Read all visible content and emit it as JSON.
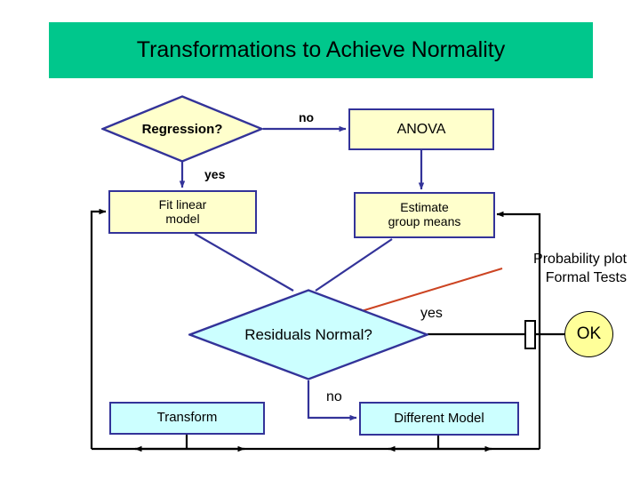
{
  "slide": {
    "title": "Transformations to Achieve Normality",
    "banner_color": "#00C78C",
    "background": "#ffffff"
  },
  "flowchart": {
    "type": "flowchart",
    "nodes": [
      {
        "id": "regression",
        "shape": "diamond",
        "label": "Regression?",
        "fill": "#FFFFCC",
        "stroke": "#333399",
        "bold": true
      },
      {
        "id": "anova",
        "shape": "rectangle",
        "label": "ANOVA",
        "fill": "#FFFFCC",
        "stroke": "#333399",
        "bold": false
      },
      {
        "id": "fit-linear",
        "shape": "rectangle",
        "label": "Fit linear\nmodel",
        "fill": "#FFFFCC",
        "stroke": "#333399",
        "bold": false
      },
      {
        "id": "estimate-means",
        "shape": "rectangle",
        "label": "Estimate\ngroup means",
        "fill": "#FFFFCC",
        "stroke": "#333399",
        "bold": false
      },
      {
        "id": "residuals",
        "shape": "diamond",
        "label": "Residuals Normal?",
        "fill": "#CCFFFF",
        "stroke": "#333399",
        "bold": false
      },
      {
        "id": "transform",
        "shape": "rectangle",
        "label": "Transform",
        "fill": "#CCFFFF",
        "stroke": "#333399",
        "bold": false
      },
      {
        "id": "different-model",
        "shape": "rectangle",
        "label": "Different Model",
        "fill": "#CCFFFF",
        "stroke": "#333399",
        "bold": false
      },
      {
        "id": "ok",
        "shape": "oval",
        "label": "OK",
        "fill": "#FFFF99",
        "stroke": "#000000",
        "bold": false
      }
    ],
    "edge_labels": {
      "regression_no": "no",
      "regression_yes": "yes",
      "residuals_yes": "yes",
      "residuals_no": "no"
    },
    "annotation": {
      "line1": "Probability plot",
      "line2": "Formal Tests",
      "arrow_color": "#CC4422",
      "points_to": "residuals"
    }
  }
}
